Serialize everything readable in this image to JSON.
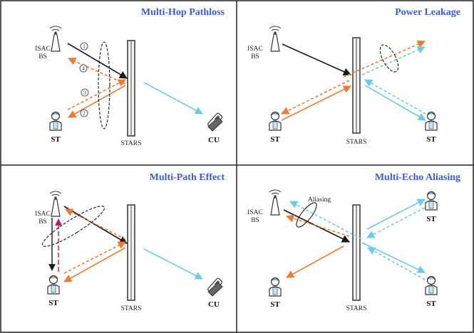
{
  "panels": {
    "p1": {
      "title": "Multi-Hop Pathloss",
      "bs": [
        "ISAC",
        "BS"
      ],
      "st": "ST",
      "stars": "STARS",
      "cu": "CU",
      "steps": [
        "1",
        "2",
        "3",
        "4"
      ]
    },
    "p2": {
      "title": "Power Leakage",
      "bs": [
        "ISAC",
        "BS"
      ],
      "st_left": "ST",
      "st_right": "ST",
      "stars": "STARS"
    },
    "p3": {
      "title": "Multi-Path Effect",
      "bs": [
        "ISAC",
        "BS"
      ],
      "st": "ST",
      "stars": "STARS",
      "cu": "CU"
    },
    "p4": {
      "title": "Multi-Echo Aliasing",
      "bs": [
        "ISAC",
        "BS"
      ],
      "annotation": "Aliasing",
      "st_left": "ST",
      "st_top": "ST",
      "st_bottom": "ST",
      "stars": "STARS"
    }
  },
  "colors": {
    "title": "#3b5bdb",
    "incident": "#1a1a1a",
    "echo": "#ee7b30",
    "transmit": "#6ccbe8",
    "multipath": "#c2185b"
  }
}
